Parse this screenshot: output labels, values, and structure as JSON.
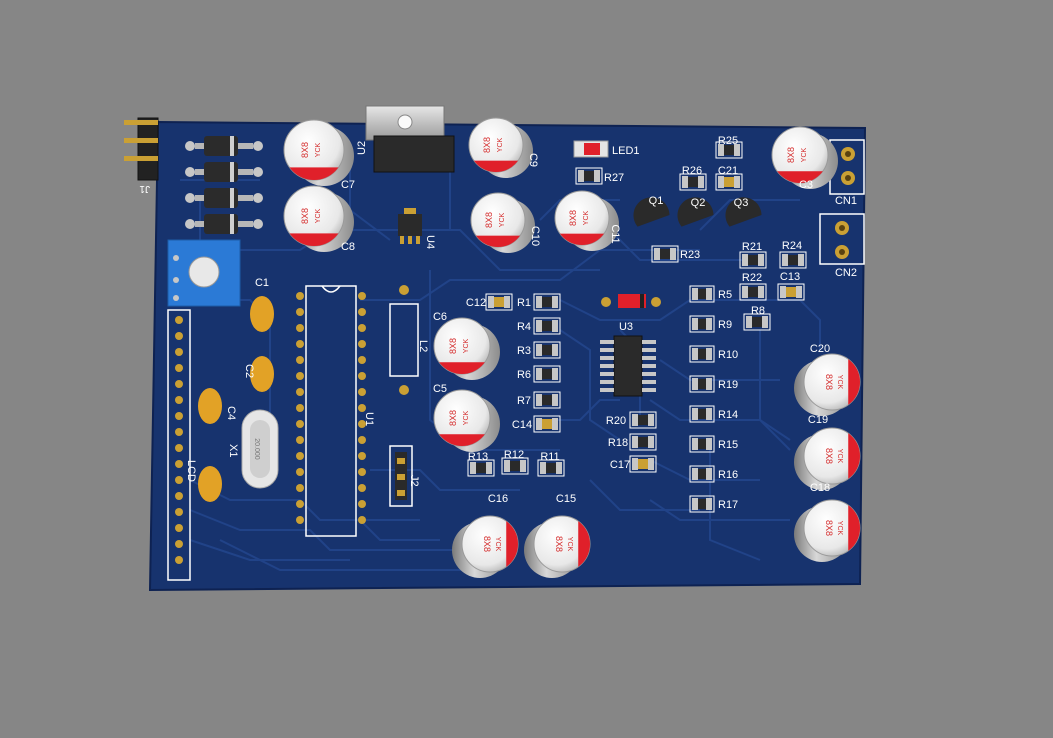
{
  "board": {
    "colors": {
      "background": "#868686",
      "pcb": "#17336e",
      "pcb_edge": "#0e2252",
      "trace": "#22448a",
      "silk": "#ffffff",
      "pad": "#c7c7c7",
      "gold": "#caa034",
      "cap_red": "#e0202a",
      "tant_yellow": "#e2a226",
      "pot_blue": "#2b7ad6",
      "ic_body": "#2a2a2a"
    },
    "cap_marking": {
      "line1": "8X8",
      "line2": "YCK"
    },
    "labels": {
      "J1": "J1",
      "U2": "U2",
      "U4": "U4",
      "LED1": "LED1",
      "R27": "R27",
      "R25": "R25",
      "R26": "R26",
      "C21": "C21",
      "C9": "C9",
      "C10": "C10",
      "C11": "C11",
      "C3": "C3",
      "C7": "C7",
      "C8": "C8",
      "Q1": "Q1",
      "Q2": "Q2",
      "Q3": "Q3",
      "CN1": "CN1",
      "CN2": "CN2",
      "R21": "R21",
      "R24": "R24",
      "R22": "R22",
      "C13": "C13",
      "R23": "R23",
      "C1": "C1",
      "C2": "C2",
      "C4": "C4",
      "C6": "C6",
      "C5": "C5",
      "C12": "C12",
      "R1": "R1",
      "R4": "R4",
      "R3": "R3",
      "R6": "R6",
      "R7": "R7",
      "C14": "C14",
      "U3": "U3",
      "U1": "U1",
      "L2": "L2",
      "J2": "J2",
      "LCD": "LCD",
      "X1": "X1",
      "XTAL": "20.000",
      "R5": "R5",
      "R9": "R9",
      "R10": "R10",
      "R19": "R19",
      "R14": "R14",
      "R15": "R15",
      "R16": "R16",
      "R17": "R17",
      "R8": "R8",
      "R20": "R20",
      "R18": "R18",
      "C17": "C17",
      "R13": "R13",
      "R12": "R12",
      "R11": "R11",
      "C16": "C16",
      "C15": "C15",
      "C20": "C20",
      "C19": "C19",
      "C18": "C18"
    }
  }
}
